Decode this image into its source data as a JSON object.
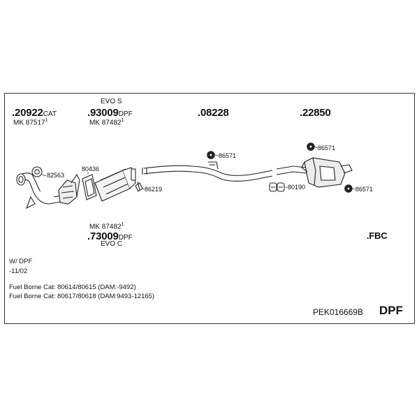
{
  "parts_top": {
    "p1_number": ".20922",
    "p1_suffix": "CAT",
    "p1_mk": "MK 87517",
    "p1_mk_sup": "1",
    "p2_above": "EVO S",
    "p2_number": ".93009",
    "p2_suffix": "DPF",
    "p2_mk": "MK 87482",
    "p2_mk_sup": "1",
    "p3_number": ".08228",
    "p4_number": ".22850"
  },
  "parts_bottom": {
    "p5_mk": "MK 87482",
    "p5_mk_sup": "1",
    "p5_number": ".73009",
    "p5_suffix": "DPF",
    "p5_below": "EVO C",
    "fbc": ".FBC"
  },
  "callouts": {
    "c82563": "82563",
    "c80436": "80436",
    "c86219": "86219",
    "c86571_a": "86571",
    "c86571_b": "86571",
    "c86571_c": "86571",
    "c80190": "80190"
  },
  "notes": {
    "line1": "W/ DPF",
    "line2": "-11/02",
    "line3": "Fuel Borne Cat: 80614/80615 (DAM:-9492)",
    "line4": "Fuel Borne Cat: 80617/80618 (DAM:9493-12165)"
  },
  "footer": {
    "kit_code": "PEK016669B",
    "type_label": "DPF"
  }
}
